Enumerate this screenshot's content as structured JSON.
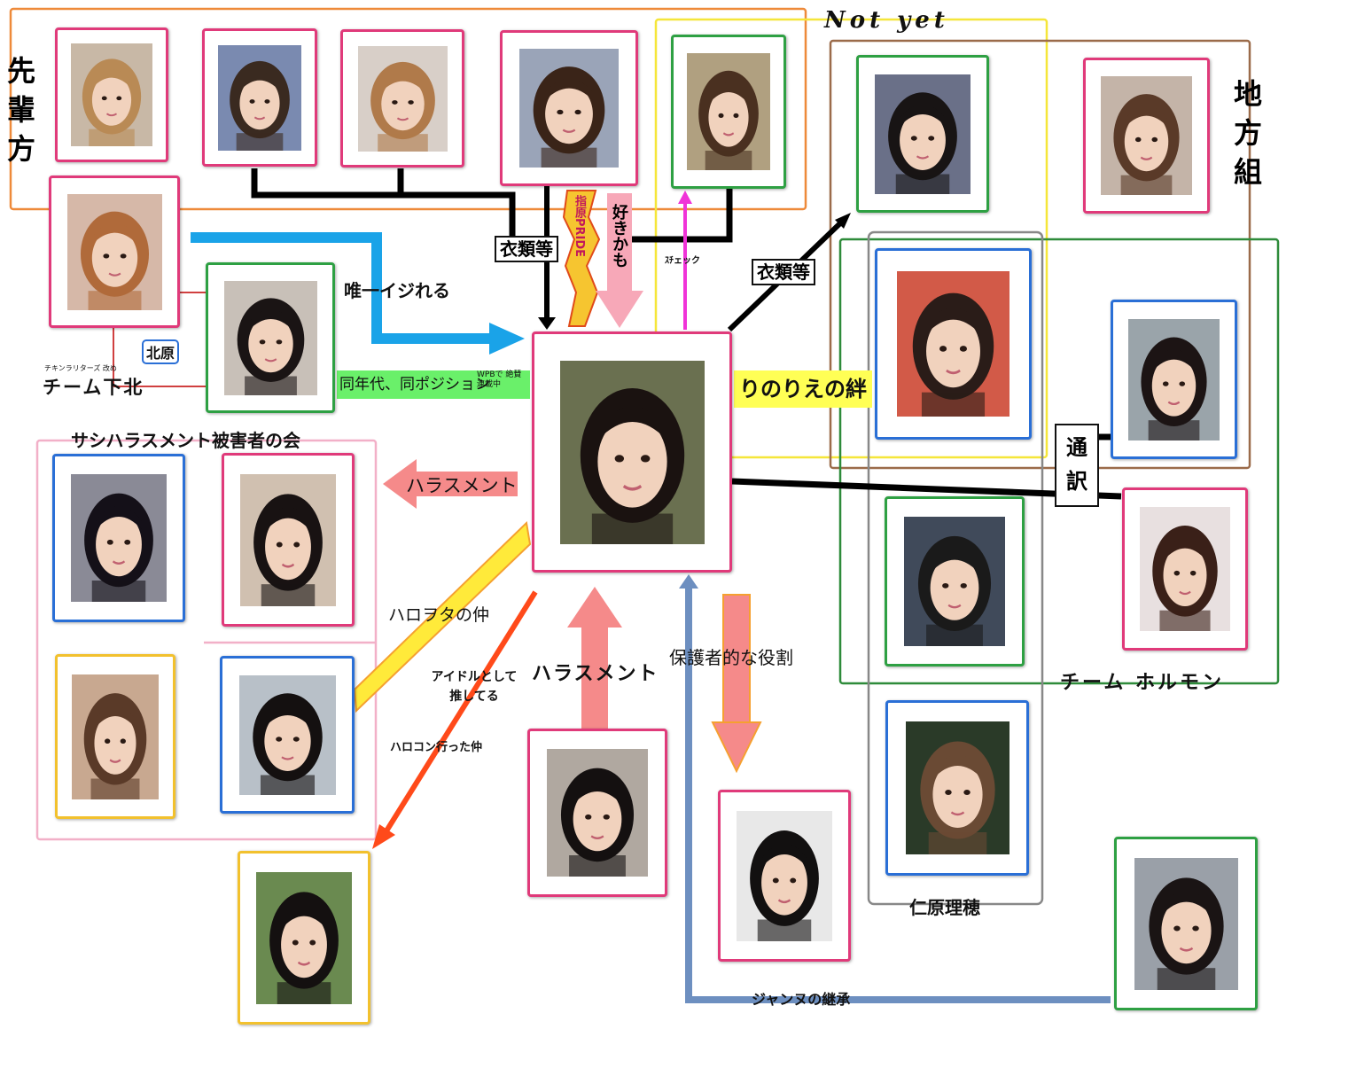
{
  "groups": {
    "senpai": {
      "label": "先輩方",
      "color": "#ee8a3a"
    },
    "not_yet": {
      "label": "Not  yet",
      "color": "#f5e63a"
    },
    "chihou": {
      "label": "地方組",
      "color": "#9b6b4a"
    },
    "horumon": {
      "label": "チーム ホルモン",
      "color": "#2e8b3a"
    },
    "shimokita": {
      "label": "チーム下北",
      "small": "チキンラリターズ 改め",
      "color": "#d04040"
    },
    "higaisha": {
      "label": "サシハラスメント被害者の会",
      "color": "#f2b0c8"
    },
    "nihara": {
      "label": "仁原理穂",
      "color": "#888888"
    }
  },
  "relations": {
    "ijireru": "唯一イジれる",
    "kitahara": "北原",
    "dou_nendai": "同年代、同ポジション",
    "wpb": "WPBで 絶賛連載中",
    "ruirui_top": "衣類等",
    "ruirui_right": "衣類等",
    "sashihara_pride": "指原PRIDE",
    "suki_kamo": "好きかも",
    "check": "ｽﾁェック",
    "rinorie": "りのりえの絆",
    "harassment_left": "ハラスメント",
    "harassment_bottom": "ハラスメント",
    "tsuuyaku": "通訳",
    "harowota": "ハロヲタの仲",
    "idol_oshi": "アイドルとして 推してる",
    "harocon": "ハロコン行った仲",
    "hogosha": "保護者的な役割",
    "jeanne": "ジャンヌの継承"
  },
  "colors": {
    "pink_frame": "#e03a7a",
    "green_frame": "#2ea043",
    "blue_frame": "#2a6fd6",
    "yellow_frame": "#f2c12e",
    "arrow_blue": "#1aa3e8",
    "arrow_salmon": "#f58a8a",
    "arrow_pink": "#f7a8b8",
    "arrow_magenta": "#f033d8",
    "arrow_red": "#ff4a1a",
    "arrow_yellow": "#ffea3a",
    "arrow_orange": "#ffa040",
    "arrow_steel": "#6d8fc0",
    "green_label_bg": "#6af06a",
    "yellow_label_bg": "#ffff55"
  }
}
